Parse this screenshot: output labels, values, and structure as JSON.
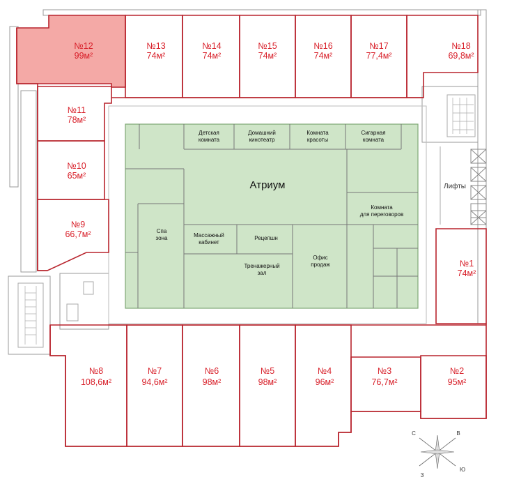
{
  "plan": {
    "units": [
      {
        "id": "12",
        "number": "№12",
        "area": "99м²",
        "highlighted": true
      },
      {
        "id": "13",
        "number": "№13",
        "area": "74м²"
      },
      {
        "id": "14",
        "number": "№14",
        "area": "74м²"
      },
      {
        "id": "15",
        "number": "№15",
        "area": "74м²"
      },
      {
        "id": "16",
        "number": "№16",
        "area": "74м²"
      },
      {
        "id": "17",
        "number": "№17",
        "area": "77,4м²"
      },
      {
        "id": "18",
        "number": "№18",
        "area": "69,8м²"
      },
      {
        "id": "11",
        "number": "№11",
        "area": "78м²"
      },
      {
        "id": "10",
        "number": "№10",
        "area": "65м²"
      },
      {
        "id": "9",
        "number": "№9",
        "area": "66,7м²"
      },
      {
        "id": "1",
        "number": "№1",
        "area": "74м²"
      },
      {
        "id": "8",
        "number": "№8",
        "area": "108,6м²"
      },
      {
        "id": "7",
        "number": "№7",
        "area": "94,6м²"
      },
      {
        "id": "6",
        "number": "№6",
        "area": "98м²"
      },
      {
        "id": "5",
        "number": "№5",
        "area": "98м²"
      },
      {
        "id": "4",
        "number": "№4",
        "area": "96м²"
      },
      {
        "id": "3",
        "number": "№3",
        "area": "76,7м²"
      },
      {
        "id": "2",
        "number": "№2",
        "area": "95м²"
      }
    ],
    "atrium": {
      "title": "Атриум",
      "rooms": [
        {
          "id": "kids",
          "line1": "Детская",
          "line2": "комната"
        },
        {
          "id": "cinema",
          "line1": "Домашний",
          "line2": "кинотеатр"
        },
        {
          "id": "beauty",
          "line1": "Комната",
          "line2": "красоты"
        },
        {
          "id": "cigar",
          "line1": "Сигарная",
          "line2": "комната"
        },
        {
          "id": "meeting",
          "line1": "Комната",
          "line2": "для переговоров"
        },
        {
          "id": "spa",
          "line1": "Спа",
          "line2": "зона"
        },
        {
          "id": "massage",
          "line1": "Массажный",
          "line2": "кабинет"
        },
        {
          "id": "reception",
          "line1": "Рецепшн",
          "line2": ""
        },
        {
          "id": "gym",
          "line1": "Тренажерный",
          "line2": "зал"
        },
        {
          "id": "sales",
          "line1": "Офис",
          "line2": "продаж"
        }
      ]
    },
    "lifts_label": "Лифты",
    "compass": {
      "labels": [
        "С",
        "В",
        "Ю",
        "З"
      ]
    },
    "colors": {
      "wall": "#b8242d",
      "unit_text": "#d8202a",
      "highlight_fill": "#f4a9a6",
      "atrium_fill": "#cfe5c8",
      "atrium_stroke": "#7fa874"
    }
  }
}
